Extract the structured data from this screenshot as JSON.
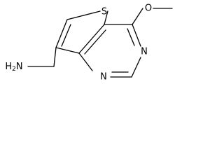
{
  "structure": {
    "atoms": {
      "sulfur": "S",
      "oxygen": "O",
      "nitrogen_upper": "N",
      "nitrogen_lower": "N",
      "amine": "H2N"
    }
  },
  "colors": {
    "background": "#ffffff",
    "bonds": "#000000",
    "labels": "#000000"
  }
}
